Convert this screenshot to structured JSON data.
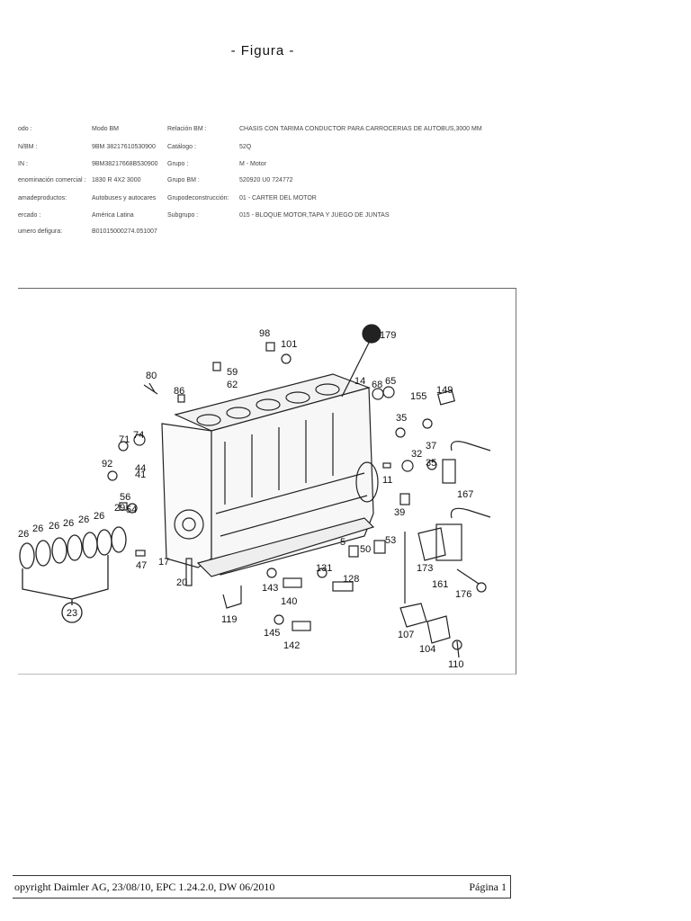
{
  "page": {
    "title": "- Figura -"
  },
  "info": {
    "rows": [
      {
        "label": "odo :",
        "value": "Modo BM",
        "label2": "Relación BM :",
        "value2": "CHASIS CON TARIMA CONDUCTOR PARA CARROCERIAS DE AUTOBUS,3000 MM"
      },
      {
        "label": "N/BM :",
        "value": "9BM 38217610530900",
        "label2": "Catálogo :",
        "value2": "52Q"
      },
      {
        "label": "IN :",
        "value": "9BM38217668B530900",
        "label2": "Grupo :",
        "value2": "M - Motor"
      },
      {
        "label": "enominación comercial :",
        "value": "1830 R   4X2   3000",
        "label2": "Grupo BM :",
        "value2": "520920 U0 724772"
      },
      {
        "label": "amadeproductos:",
        "value": "Autobuses y autocares",
        "label2": "Grupodeconstrucción:",
        "value2": "01 - CARTER DEL MOTOR"
      },
      {
        "label": "ercado :",
        "value": "América Latina",
        "label2": "Subgrupo :",
        "value2": "015 - BLOQUE MOTOR,TAPA Y JUEGO DE JUNTAS"
      },
      {
        "label": "umero defigura:",
        "value": "B01015000274.051007",
        "label2": "",
        "value2": ""
      }
    ]
  },
  "diagram": {
    "part_labels": [
      "98",
      "101",
      "179",
      "80",
      "86",
      "59",
      "62",
      "14",
      "68",
      "65",
      "155",
      "149",
      "35",
      "71",
      "74",
      "37",
      "32",
      "35",
      "92",
      "41",
      "44",
      "11",
      "167",
      "56",
      "54",
      "29",
      "26",
      "26",
      "26",
      "26",
      "26",
      "26",
      "39",
      "5",
      "50",
      "53",
      "47",
      "17",
      "131",
      "128",
      "173",
      "143",
      "20",
      "140",
      "161",
      "176",
      "23",
      "119",
      "145",
      "142",
      "107",
      "104",
      "110"
    ]
  },
  "footer": {
    "copyright": "opyright Daimler AG, 23/08/10, EPC 1.24.2.0, DW 06/2010",
    "page": "Página 1"
  }
}
